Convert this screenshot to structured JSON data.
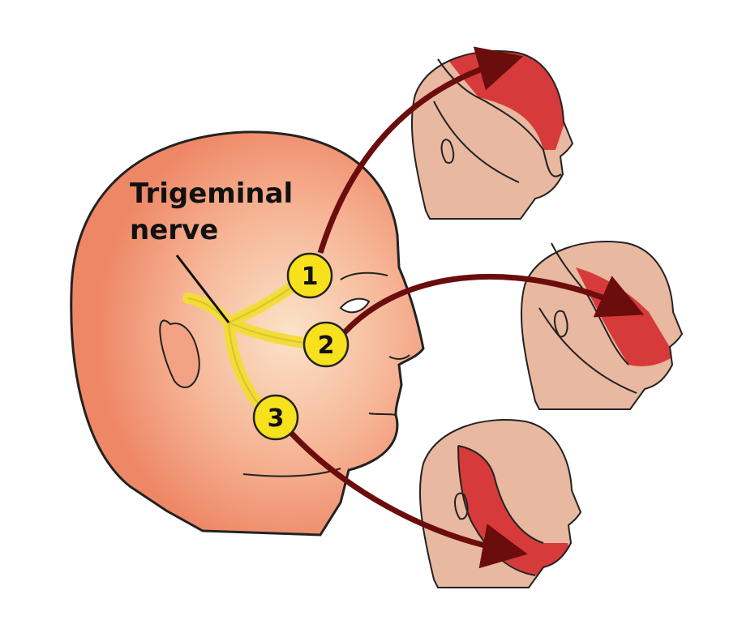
{
  "diagram": {
    "title_line1": "Trigeminal",
    "title_line2": "nerve",
    "branches": [
      {
        "label": "1",
        "region": "forehead"
      },
      {
        "label": "2",
        "region": "cheek"
      },
      {
        "label": "3",
        "region": "jaw"
      }
    ],
    "colors": {
      "main_head": "#f08a6a",
      "small_head": "#e8b8a0",
      "affected_region": "#d63a3a",
      "nerve": "#f2dc3a",
      "arrow": "#6b0d0d"
    }
  }
}
